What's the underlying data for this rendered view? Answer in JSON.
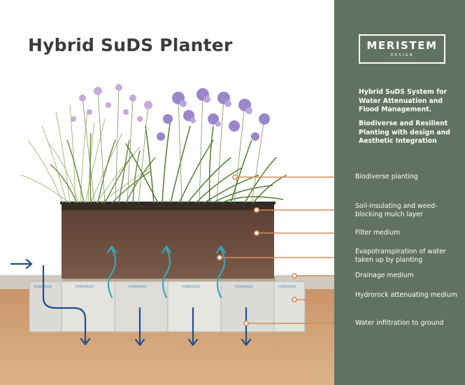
{
  "title": "Hybrid SuDS Planter",
  "brand": {
    "name": "MERISTEM",
    "sub": "DESIGN"
  },
  "intro": [
    "Hybrid SuDS System for Water Attenuation and Flood Management.",
    "Biodiverse and Resilient Planting with design and Aesthetic Integration"
  ],
  "labels": [
    "Biodiverse planting",
    "Soil-insulating and weed-blocking mulch layer",
    "Filter medium",
    "Evapotranspiration of water taken up by planting",
    "Drainage medium",
    "Hydrorock attenuating medium",
    "Water infiltration to ground"
  ],
  "block_brand": "HYDROROCK",
  "colors": {
    "panel": "#617260",
    "leader": "#d58a5a",
    "water_in": "#1f4e8c",
    "evaporation": "#3aa7b8",
    "soil": "#cf9e6f",
    "planter": "#6c4d3e"
  }
}
